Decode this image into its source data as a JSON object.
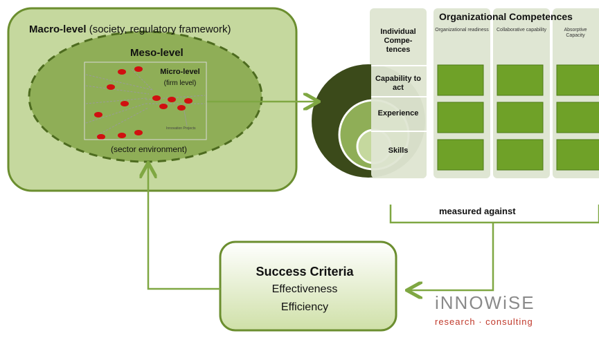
{
  "macro": {
    "bold": "Macro-level",
    "rest": " (society, regulatory framework)"
  },
  "meso": {
    "title": "Meso-level",
    "sector": "(sector environment)"
  },
  "micro": {
    "title": "Micro-level",
    "subtitle": "(firm level)",
    "innovation_label": "Innovation Projects"
  },
  "competences": {
    "org_title": "Organizational Competences",
    "individual_header": "Individual Compe-tences",
    "rows": [
      "Capability to act",
      "Experience",
      "Skills"
    ],
    "org_columns": [
      "Organizational readiness",
      "Collaborative capability",
      "Absorptive Capacity"
    ]
  },
  "measured_against": "measured against",
  "success": {
    "title": "Success Criteria",
    "line1": "Effectiveness",
    "line2": "Efficiency"
  },
  "logo": {
    "name": "iNNOWiSE",
    "tagline": "research · consulting"
  },
  "colors": {
    "outer_green": "#c5d89e",
    "outer_border": "#6b8e2f",
    "meso_fill": "#8fae57",
    "cell_green": "#6fa128",
    "arrow_green": "#7fa742",
    "dark_circle": "#3b4a1a"
  }
}
